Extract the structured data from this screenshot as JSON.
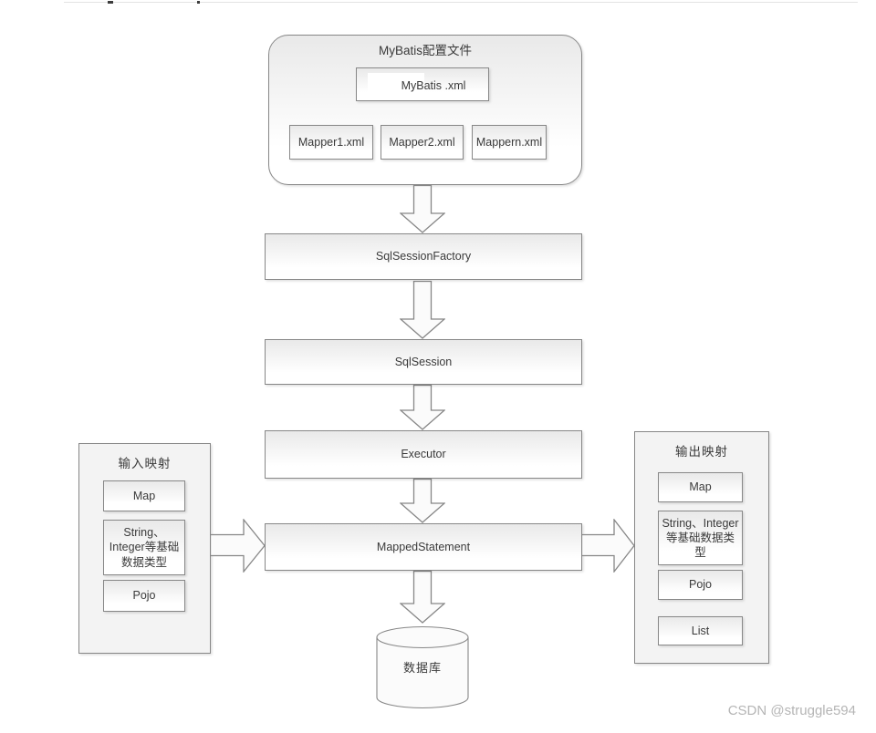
{
  "colors": {
    "border-gray": "#878787",
    "fill-top": "#e9e9e9",
    "fill-bottom": "#ffffff",
    "panel-fill": "#f3f3f3",
    "shape-fill": "#fbfbfb",
    "watermark": "#b5b5b5",
    "text": "#3a3a3a",
    "topline": "#e3e3e3"
  },
  "diagram": {
    "config": {
      "title": "MyBatis配置文件",
      "main_file": "MyBatis .xml",
      "mappers": [
        "Mapper1.xml",
        "Mapper2.xml",
        "Mappern.xml"
      ]
    },
    "flow": [
      "SqlSessionFactory",
      "SqlSession",
      "Executor",
      "MappedStatement"
    ],
    "database_label": "数据库",
    "input_mapping": {
      "title": "输入映射",
      "items": [
        "Map",
        "String、Integer等基础数据类型",
        "Pojo"
      ]
    },
    "output_mapping": {
      "title": "输出映射",
      "items": [
        "Map",
        "String、Integer等基础数据类型",
        "Pojo",
        "List"
      ]
    }
  },
  "watermark": "CSDN @struggle594"
}
